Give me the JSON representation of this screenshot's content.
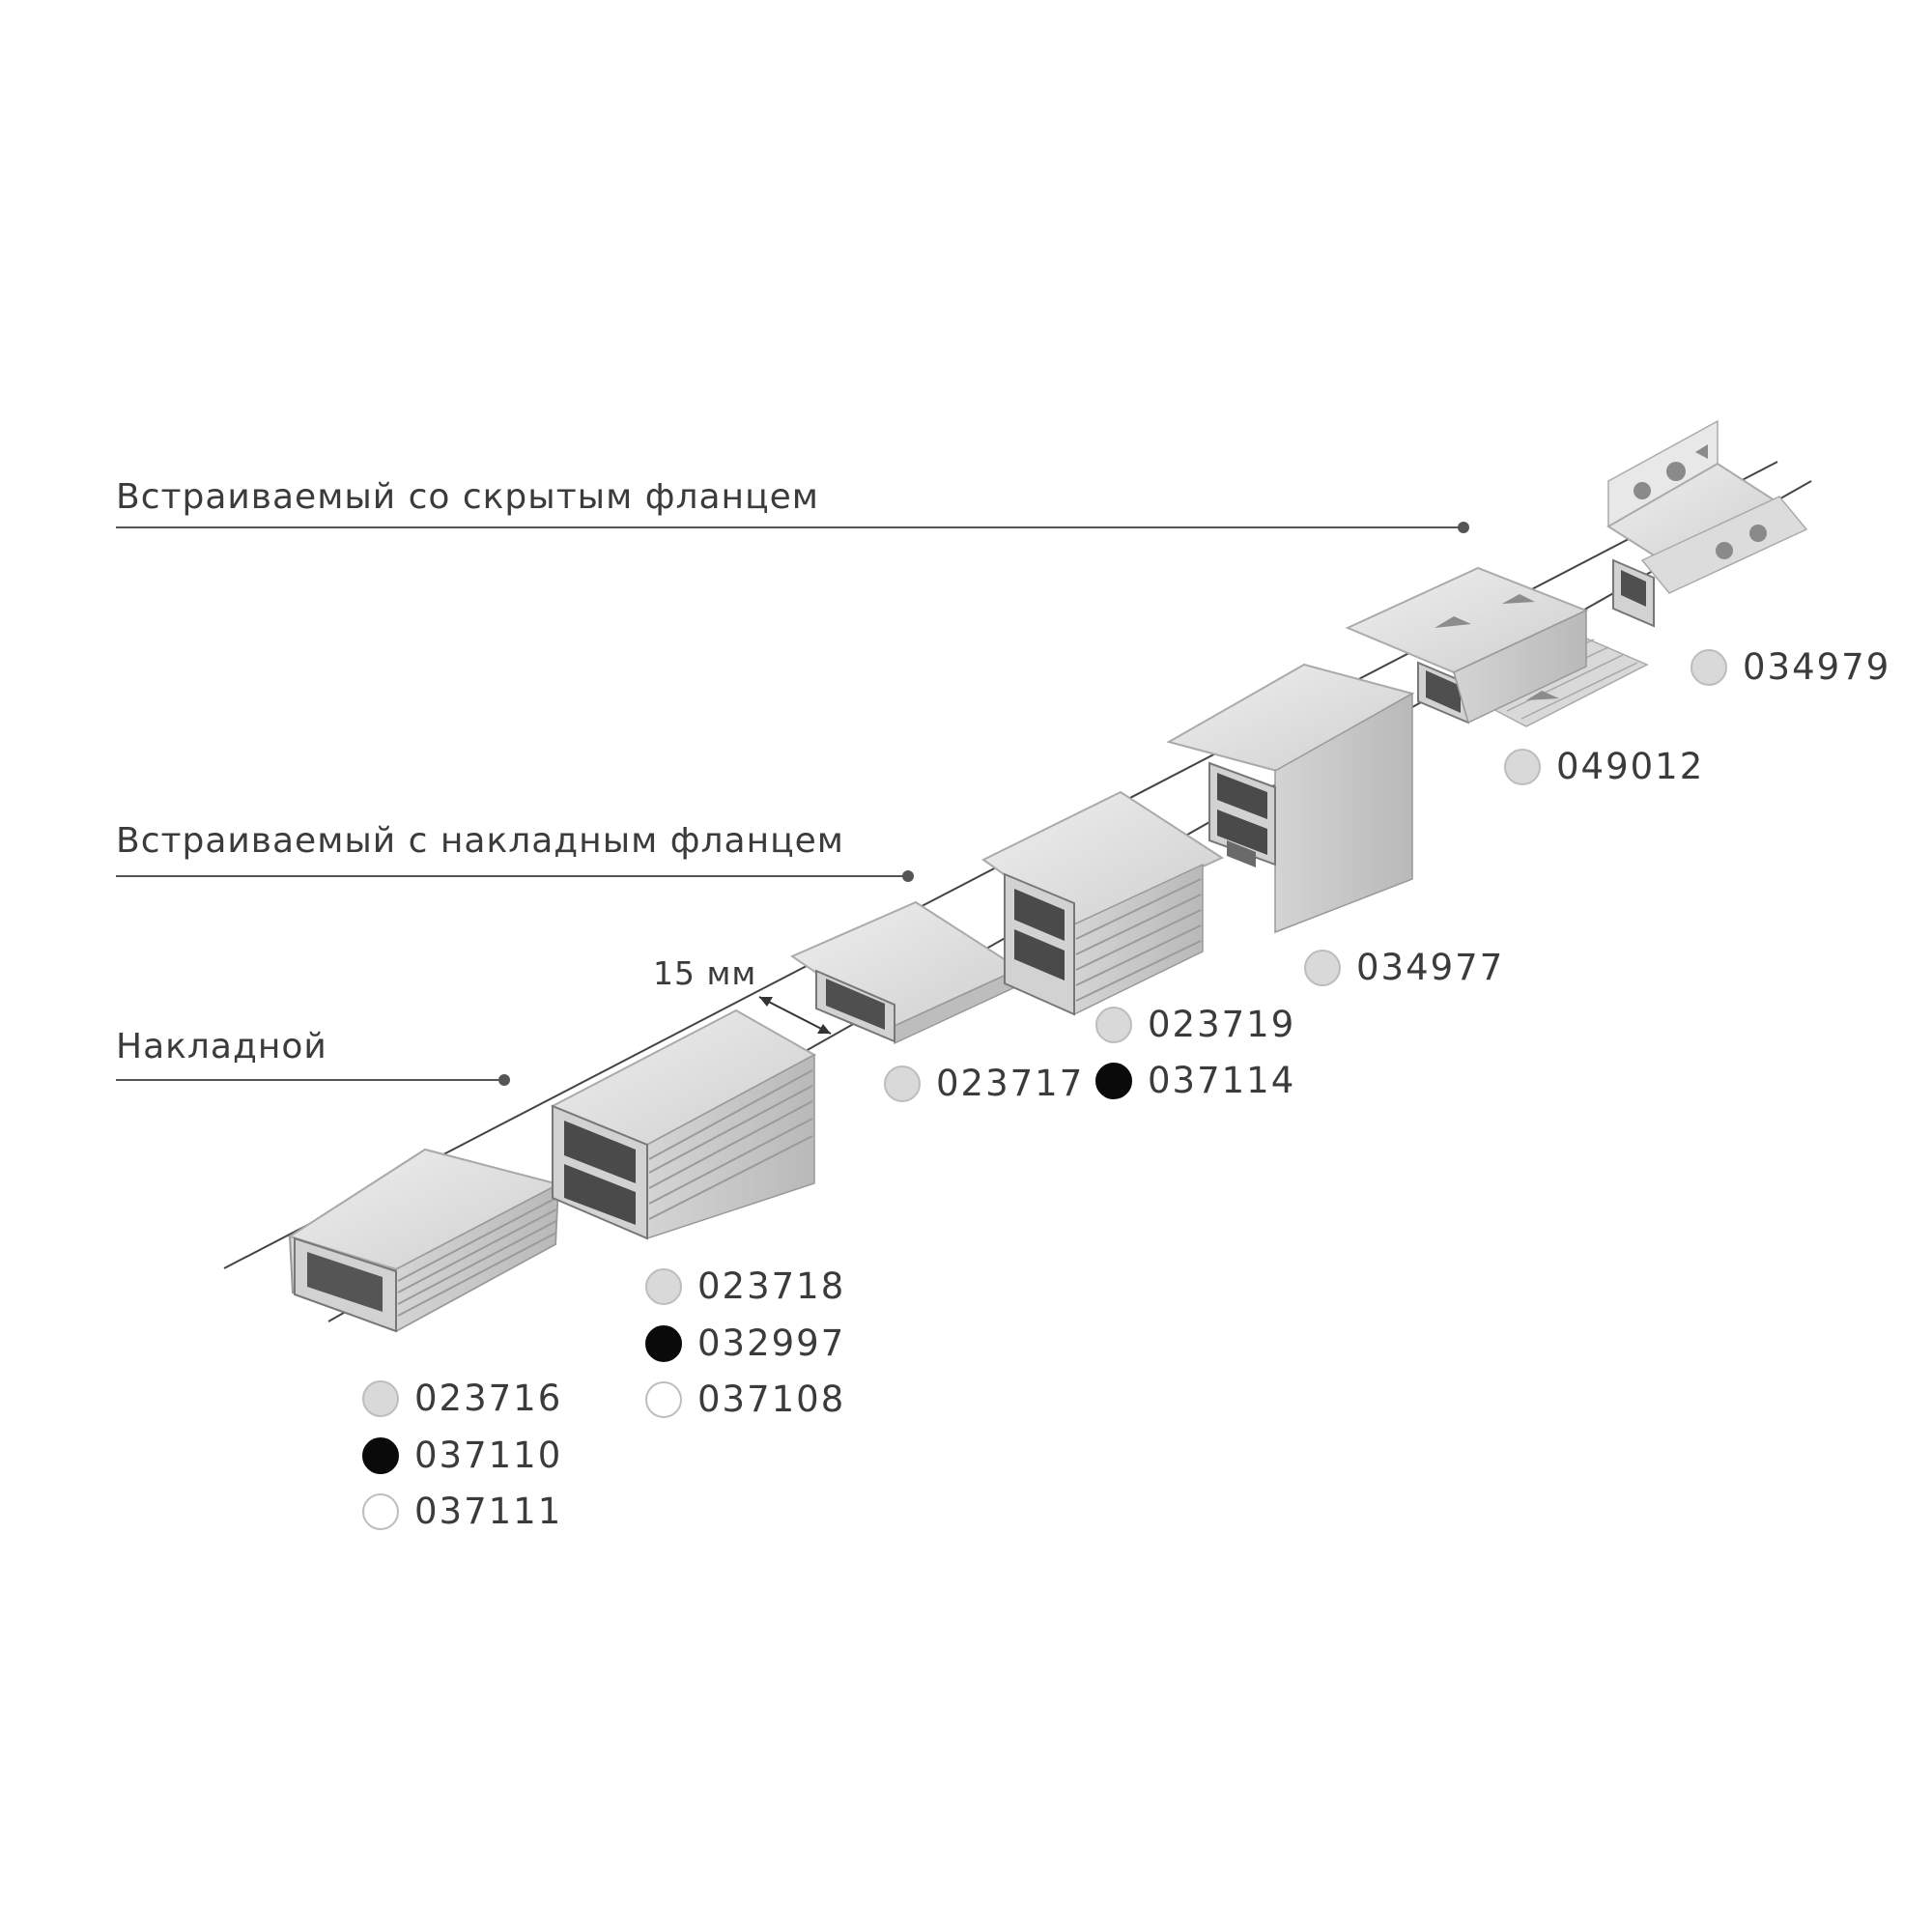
{
  "categories": {
    "hidden_flange": "Встраиваемый со скрытым фланцем",
    "overlay_flange": "Встраиваемый с накладным фланцем",
    "surface": "Накладной"
  },
  "dimension": {
    "label": "15 мм"
  },
  "finish_colors": {
    "silver": "#d9d9d9",
    "black": "#0a0a0a",
    "white": "#ffffff"
  },
  "products": [
    {
      "id": "p1",
      "codes": [
        {
          "code": "023716",
          "finish": "silver"
        },
        {
          "code": "037110",
          "finish": "black"
        },
        {
          "code": "037111",
          "finish": "white"
        }
      ]
    },
    {
      "id": "p2",
      "codes": [
        {
          "code": "023718",
          "finish": "silver"
        },
        {
          "code": "032997",
          "finish": "black"
        },
        {
          "code": "037108",
          "finish": "white"
        }
      ]
    },
    {
      "id": "p3",
      "codes": [
        {
          "code": "023717",
          "finish": "silver"
        }
      ]
    },
    {
      "id": "p4",
      "codes": [
        {
          "code": "023719",
          "finish": "silver"
        },
        {
          "code": "037114",
          "finish": "black"
        }
      ]
    },
    {
      "id": "p5",
      "codes": [
        {
          "code": "034977",
          "finish": "silver"
        }
      ]
    },
    {
      "id": "p6",
      "codes": [
        {
          "code": "049012",
          "finish": "silver"
        }
      ]
    },
    {
      "id": "p7",
      "codes": [
        {
          "code": "034979",
          "finish": "silver"
        }
      ]
    }
  ]
}
